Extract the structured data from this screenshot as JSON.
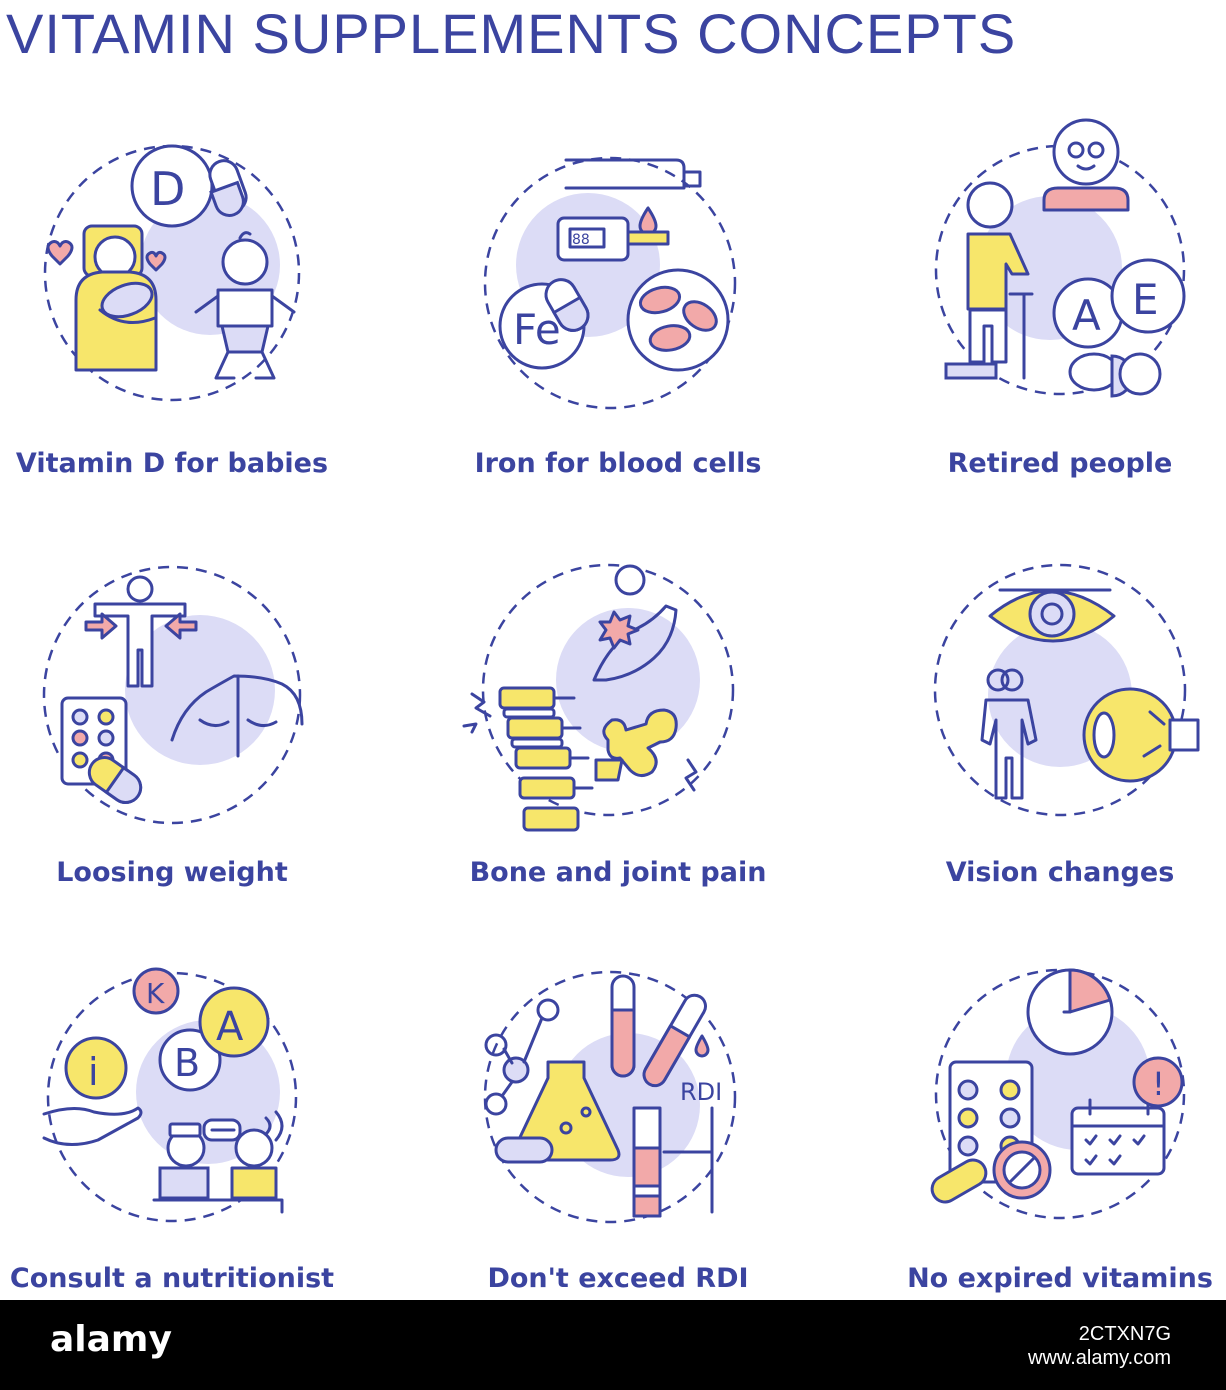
{
  "title": "VITAMIN SUPPLEMENTS CONCEPTS",
  "colors": {
    "outline": "#3b44a0",
    "lavender": "#dcdcf6",
    "yellow": "#f7e66b",
    "pink": "#f2a9a9",
    "footer": "#000000"
  },
  "icons": [
    {
      "label": "Vitamin D for babies",
      "icon": "mother-baby-vitamin-d-icon",
      "letters": [
        "D"
      ]
    },
    {
      "label": "Iron for blood cells",
      "icon": "iron-blood-cells-icon",
      "letters": [
        "Fe"
      ]
    },
    {
      "label": "Retired people",
      "icon": "elderly-person-icon",
      "letters": [
        "A",
        "E"
      ]
    },
    {
      "label": "Loosing weight",
      "icon": "weight-loss-body-icon",
      "letters": []
    },
    {
      "label": "Bone and joint pain",
      "icon": "spine-joint-pain-icon",
      "letters": []
    },
    {
      "label": "Vision changes",
      "icon": "eye-vision-icon",
      "letters": []
    },
    {
      "label": "Consult a nutritionist",
      "icon": "nutritionist-consult-icon",
      "letters": [
        "K",
        "B",
        "A",
        "i"
      ]
    },
    {
      "label": "Don't exceed RDI",
      "icon": "lab-flask-rdi-icon",
      "letters": [
        "RDI"
      ]
    },
    {
      "label": "No expired vitamins",
      "icon": "expired-pills-clock-icon",
      "letters": [
        "!"
      ]
    }
  ],
  "footer": {
    "brand": "alamy",
    "image_id": "2CTXN7G",
    "url": "www.alamy.com"
  }
}
